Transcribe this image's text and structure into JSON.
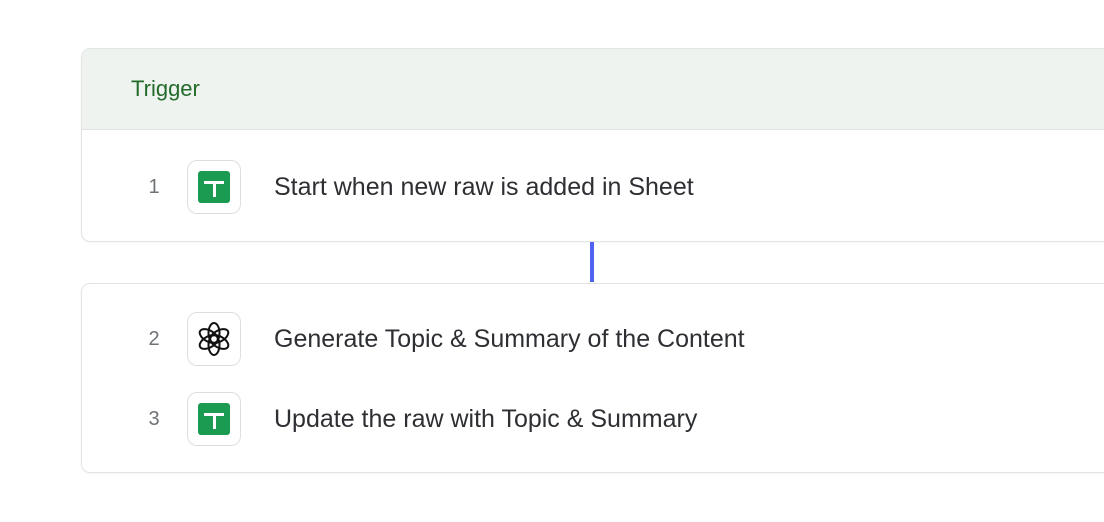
{
  "trigger": {
    "header": "Trigger",
    "steps": [
      {
        "number": "1",
        "icon": "google-sheets-icon",
        "label": "Start when new raw is added in Sheet"
      }
    ]
  },
  "actions": {
    "steps": [
      {
        "number": "2",
        "icon": "openai-icon",
        "label": "Generate Topic & Summary of the Content"
      },
      {
        "number": "3",
        "icon": "google-sheets-icon",
        "label": "Update the raw with Topic & Summary"
      }
    ]
  },
  "colors": {
    "trigger_header_bg": "#eef3f0",
    "trigger_text": "#236b2b",
    "connector": "#4f63f0",
    "sheets_green": "#1b9a52"
  }
}
